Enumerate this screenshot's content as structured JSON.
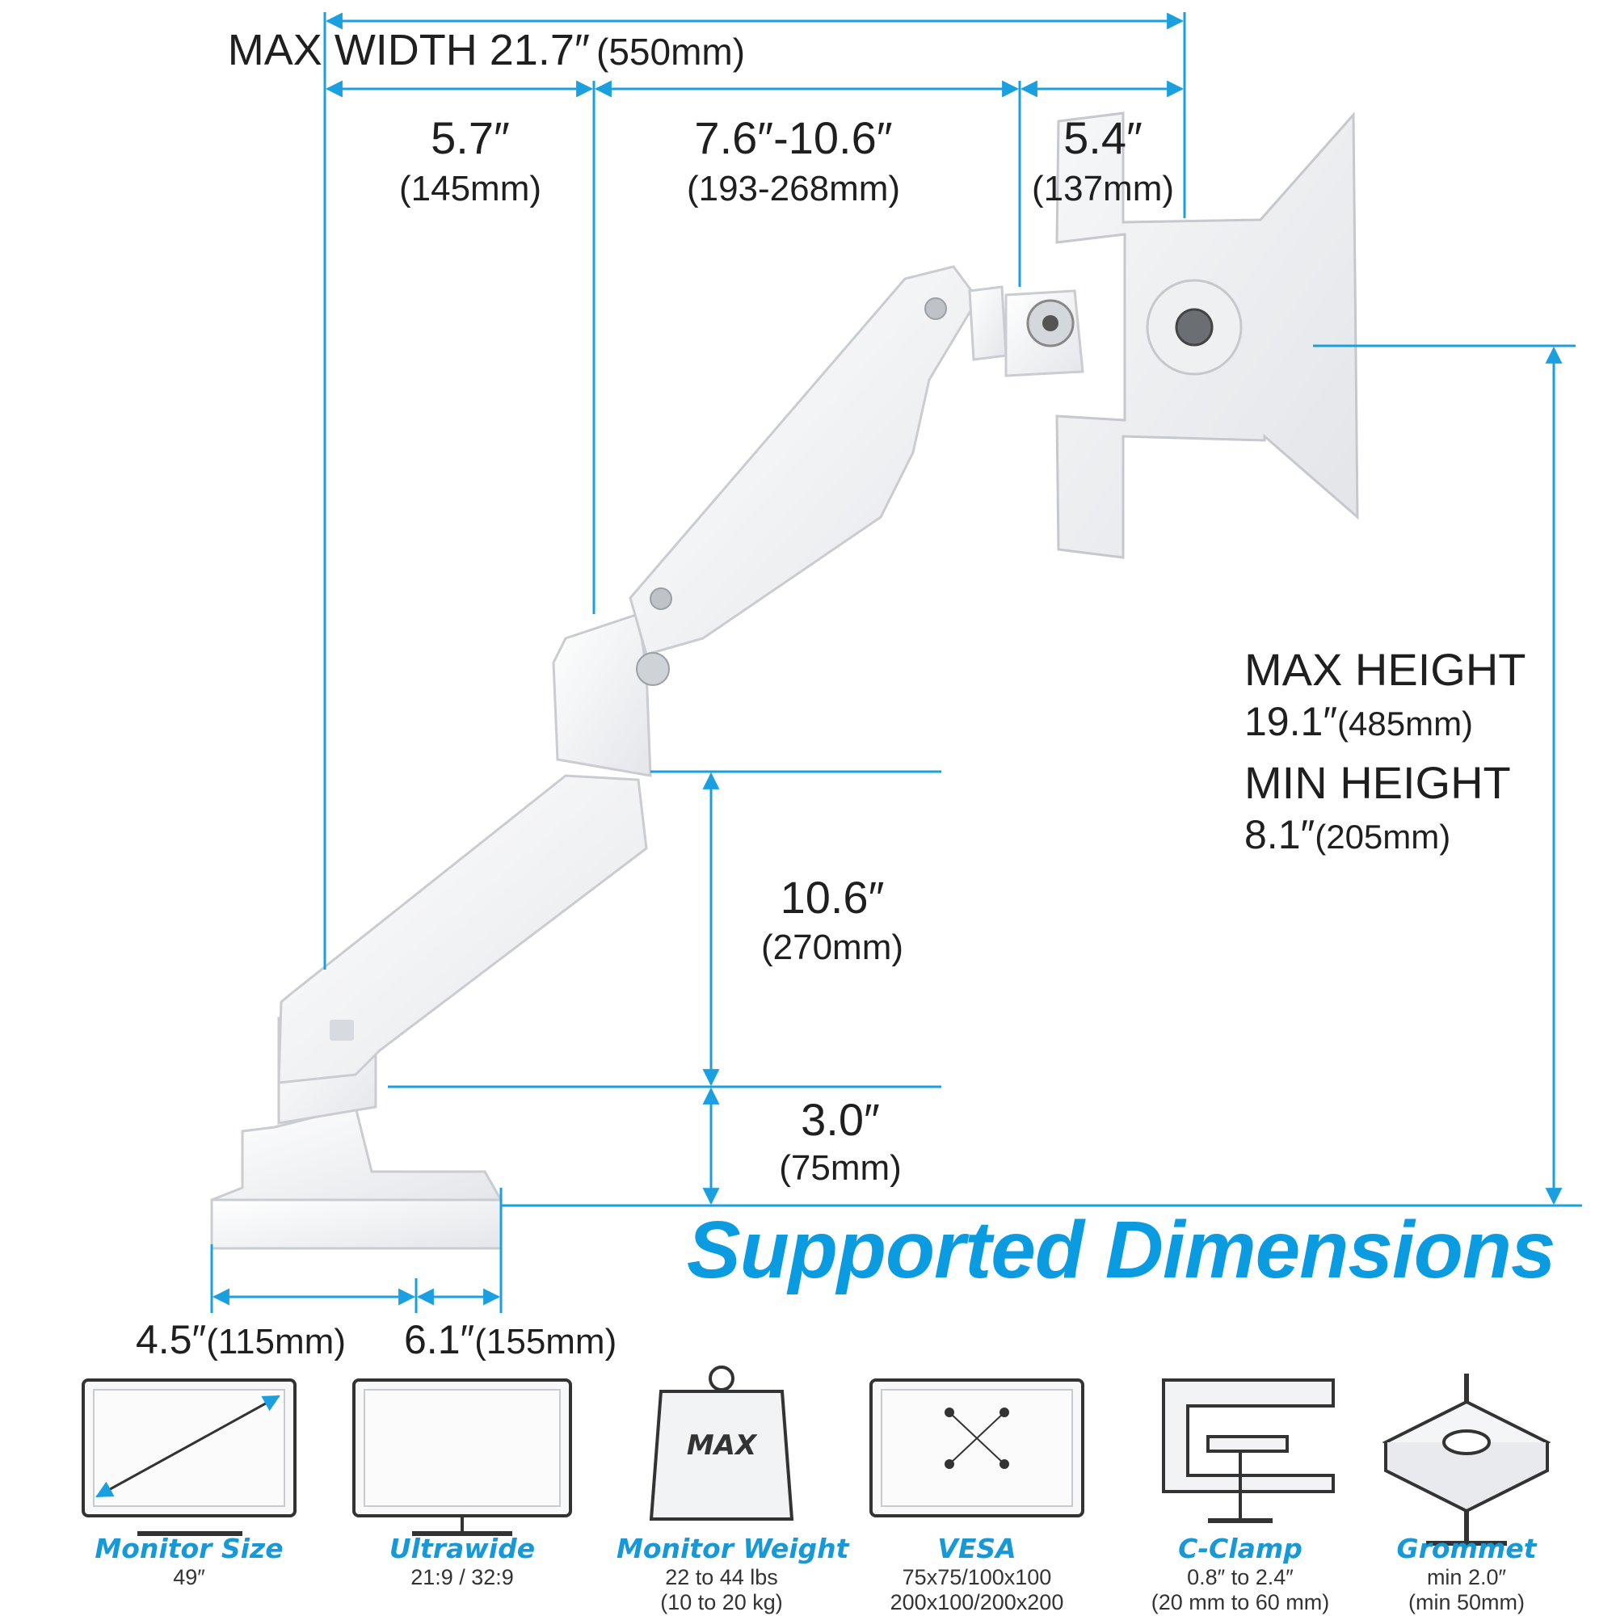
{
  "dimensions": {
    "max_width": {
      "label": "MAX WIDTH 21.7″",
      "mm": "(550mm)"
    },
    "seg_left": {
      "inch": "5.7″",
      "mm": "(145mm)"
    },
    "seg_mid": {
      "inch": "7.6″-10.6″",
      "mm": "(193-268mm)"
    },
    "seg_right": {
      "inch": "5.4″",
      "mm": "(137mm)"
    },
    "max_height": {
      "label": "MAX HEIGHT",
      "value": "19.1″",
      "mm": "(485mm)"
    },
    "min_height": {
      "label": "MIN HEIGHT",
      "value": "8.1″",
      "mm": "(205mm)"
    },
    "pole": {
      "inch": "10.6″",
      "mm": "(270mm)"
    },
    "base": {
      "inch": "3.0″",
      "mm": "(75mm)"
    },
    "base_front": {
      "value": "4.5″",
      "mm": "(115mm)"
    },
    "base_back": {
      "value": "6.1″",
      "mm": "(155mm)"
    }
  },
  "heading": "Supported Dimensions",
  "accent_color": "#1a9fe0",
  "specs": [
    {
      "icon": "monitor-size-icon",
      "label": "Monitor Size",
      "lines": [
        "49″"
      ]
    },
    {
      "icon": "ultrawide-icon",
      "label": "Ultrawide",
      "lines": [
        "21:9 / 32:9"
      ]
    },
    {
      "icon": "weight-icon",
      "label": "Monitor Weight",
      "lines": [
        "22 to 44 lbs",
        "(10 to 20 kg)"
      ],
      "icon_text": "MAX"
    },
    {
      "icon": "vesa-icon",
      "label": "VESA",
      "lines": [
        "75x75/100x100",
        "200x100/200x200"
      ]
    },
    {
      "icon": "c-clamp-icon",
      "label": "C-Clamp",
      "lines": [
        "0.8″ to 2.4″",
        "(20 mm to 60 mm)"
      ]
    },
    {
      "icon": "grommet-icon",
      "label": "Grommet",
      "lines": [
        "min 2.0″",
        "(min 50mm)"
      ]
    }
  ]
}
